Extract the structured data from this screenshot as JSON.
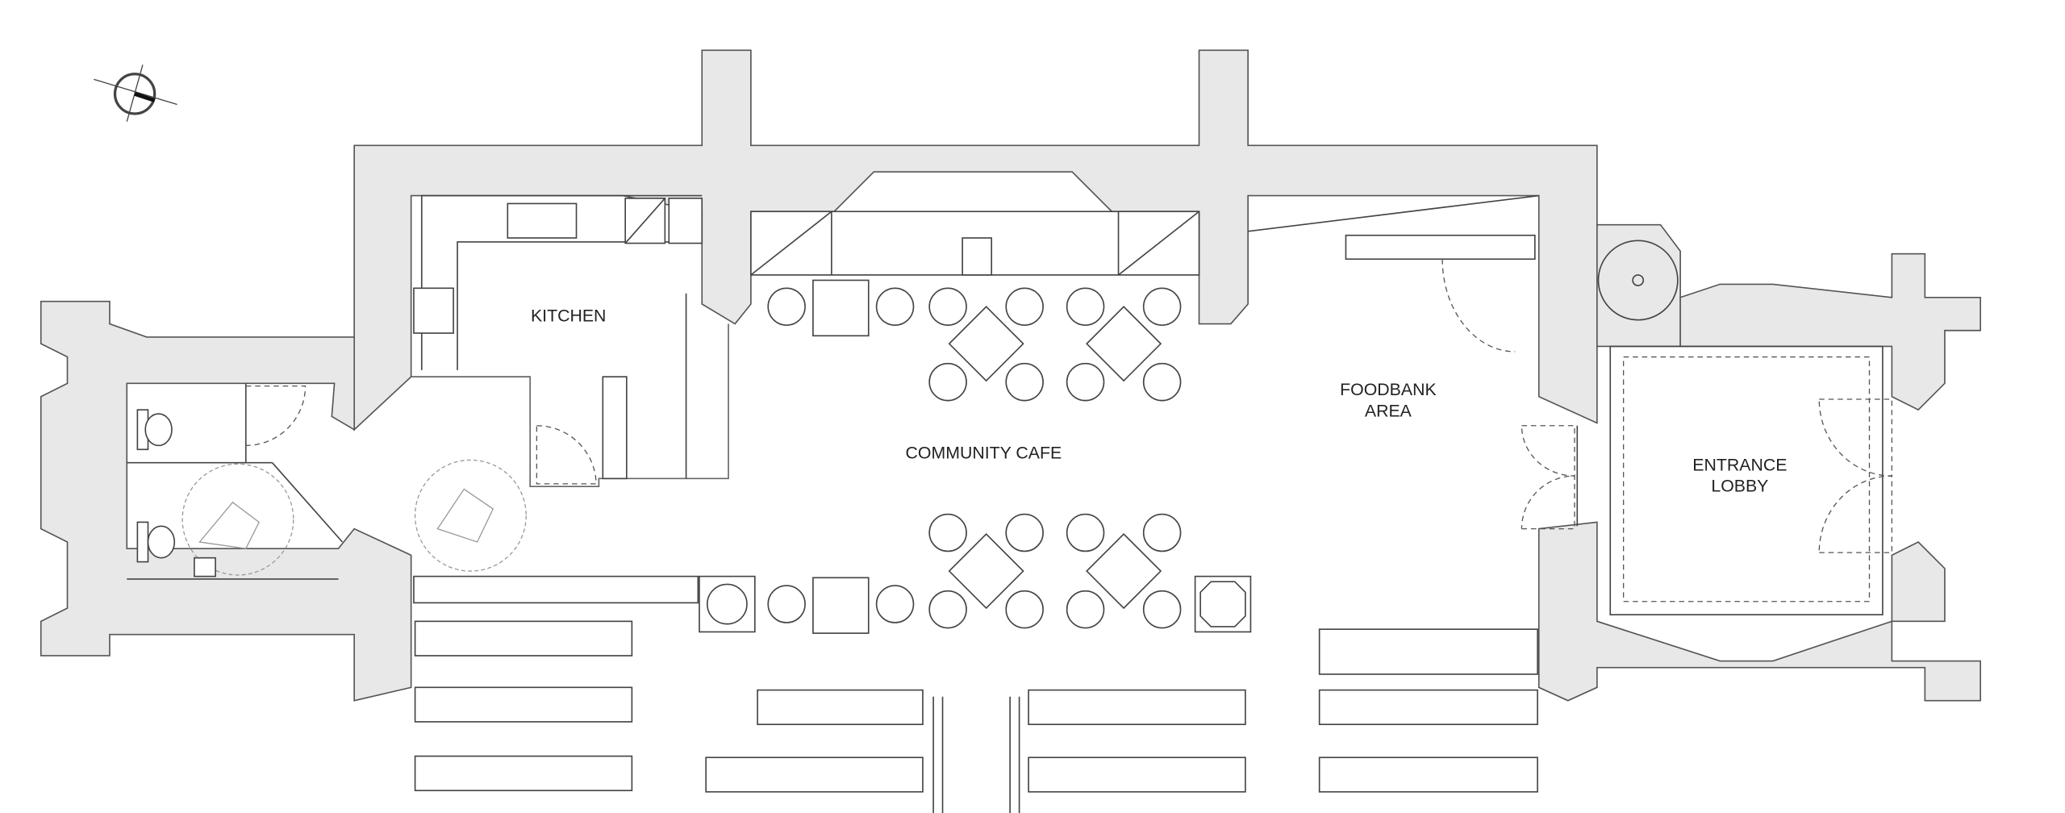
{
  "rooms": {
    "kitchen": "KITCHEN",
    "cafe": "COMMUNITY CAFE",
    "foodbank_line1": "FOODBANK",
    "foodbank_line2": "AREA",
    "lobby_line1": "ENTRANCE",
    "lobby_line2": "LOBBY"
  },
  "icons": {
    "north": "north-arrow-icon",
    "accessible": "wheelchair-turning-circle-icon"
  },
  "colors": {
    "wall_fill": "#e8e8e8",
    "line": "#444444"
  }
}
